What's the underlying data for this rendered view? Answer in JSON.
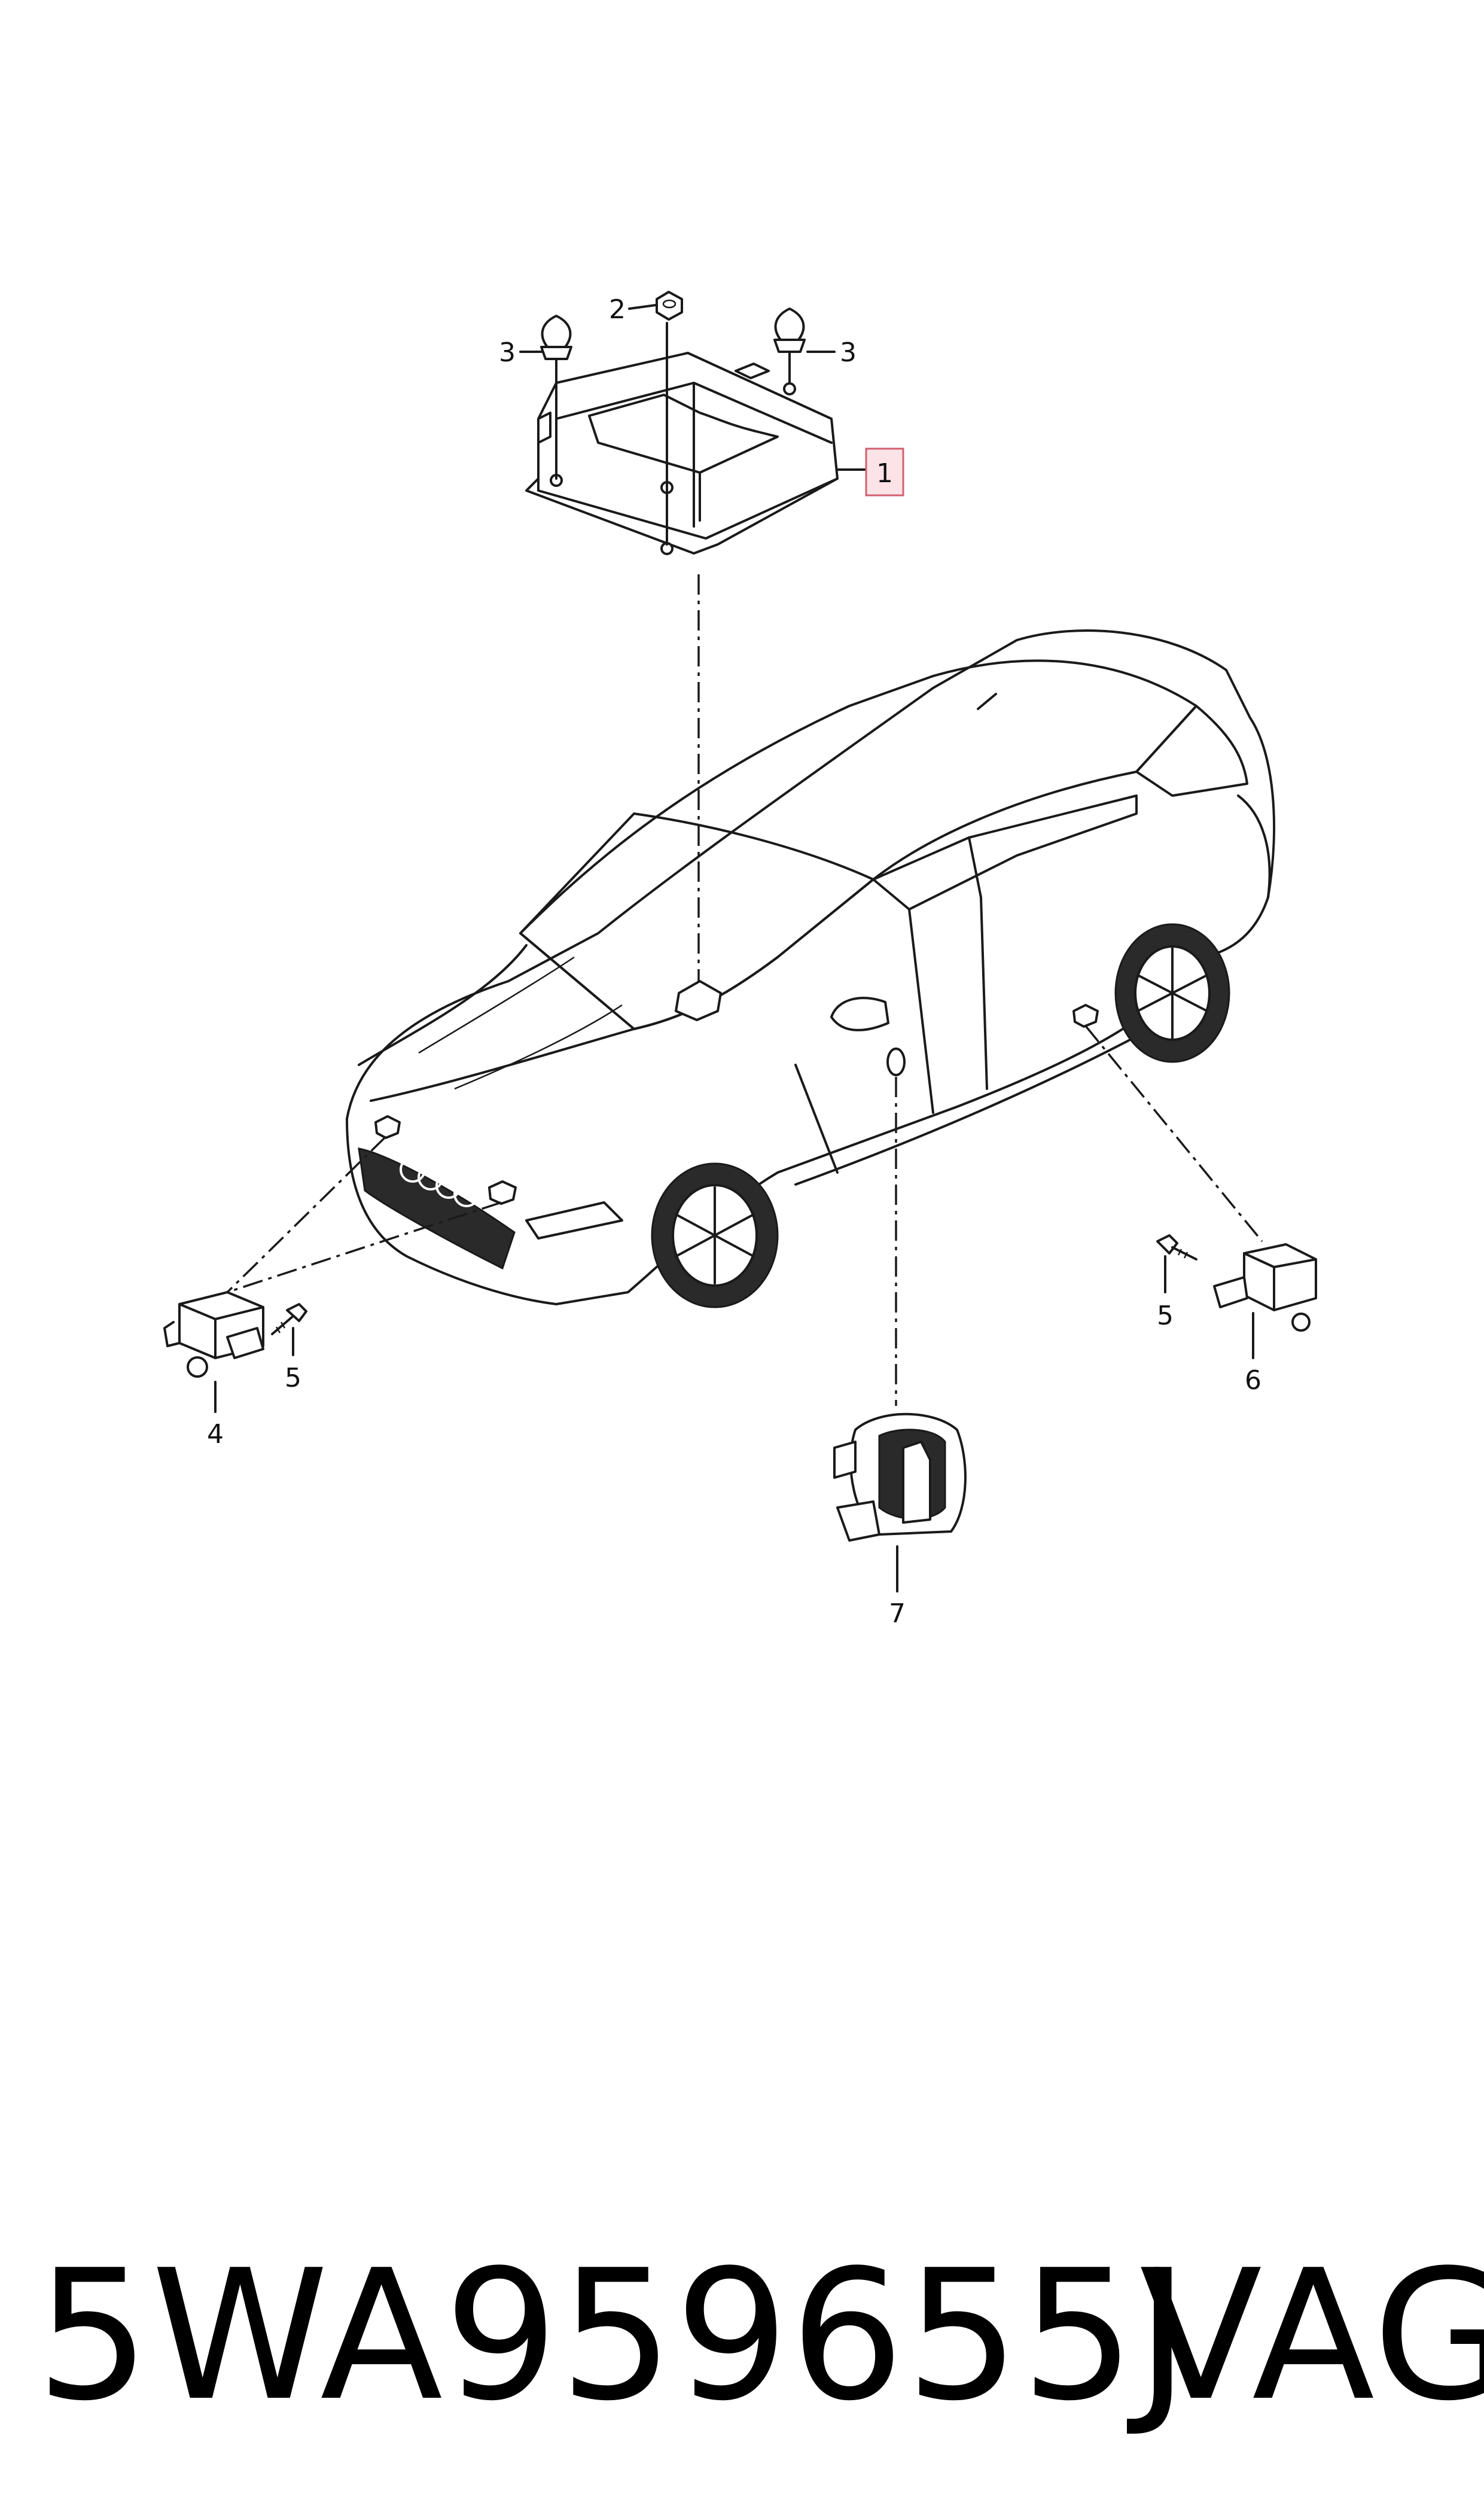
{
  "callouts": [
    {
      "id": "1",
      "text": "1",
      "highlighted": true
    },
    {
      "id": "2",
      "text": "2"
    },
    {
      "id": "3a",
      "text": "3"
    },
    {
      "id": "3b",
      "text": "3"
    },
    {
      "id": "4",
      "text": "4"
    },
    {
      "id": "5a",
      "text": "5"
    },
    {
      "id": "5b",
      "text": "5"
    },
    {
      "id": "6",
      "text": "6"
    },
    {
      "id": "7",
      "text": "7"
    }
  ],
  "caption": {
    "part_number": "5WA959655J",
    "brand": "VAG"
  },
  "colors": {
    "line": "#1a1a1a",
    "highlight_fill": "#fbe3e8",
    "highlight_stroke": "#d2606f"
  }
}
